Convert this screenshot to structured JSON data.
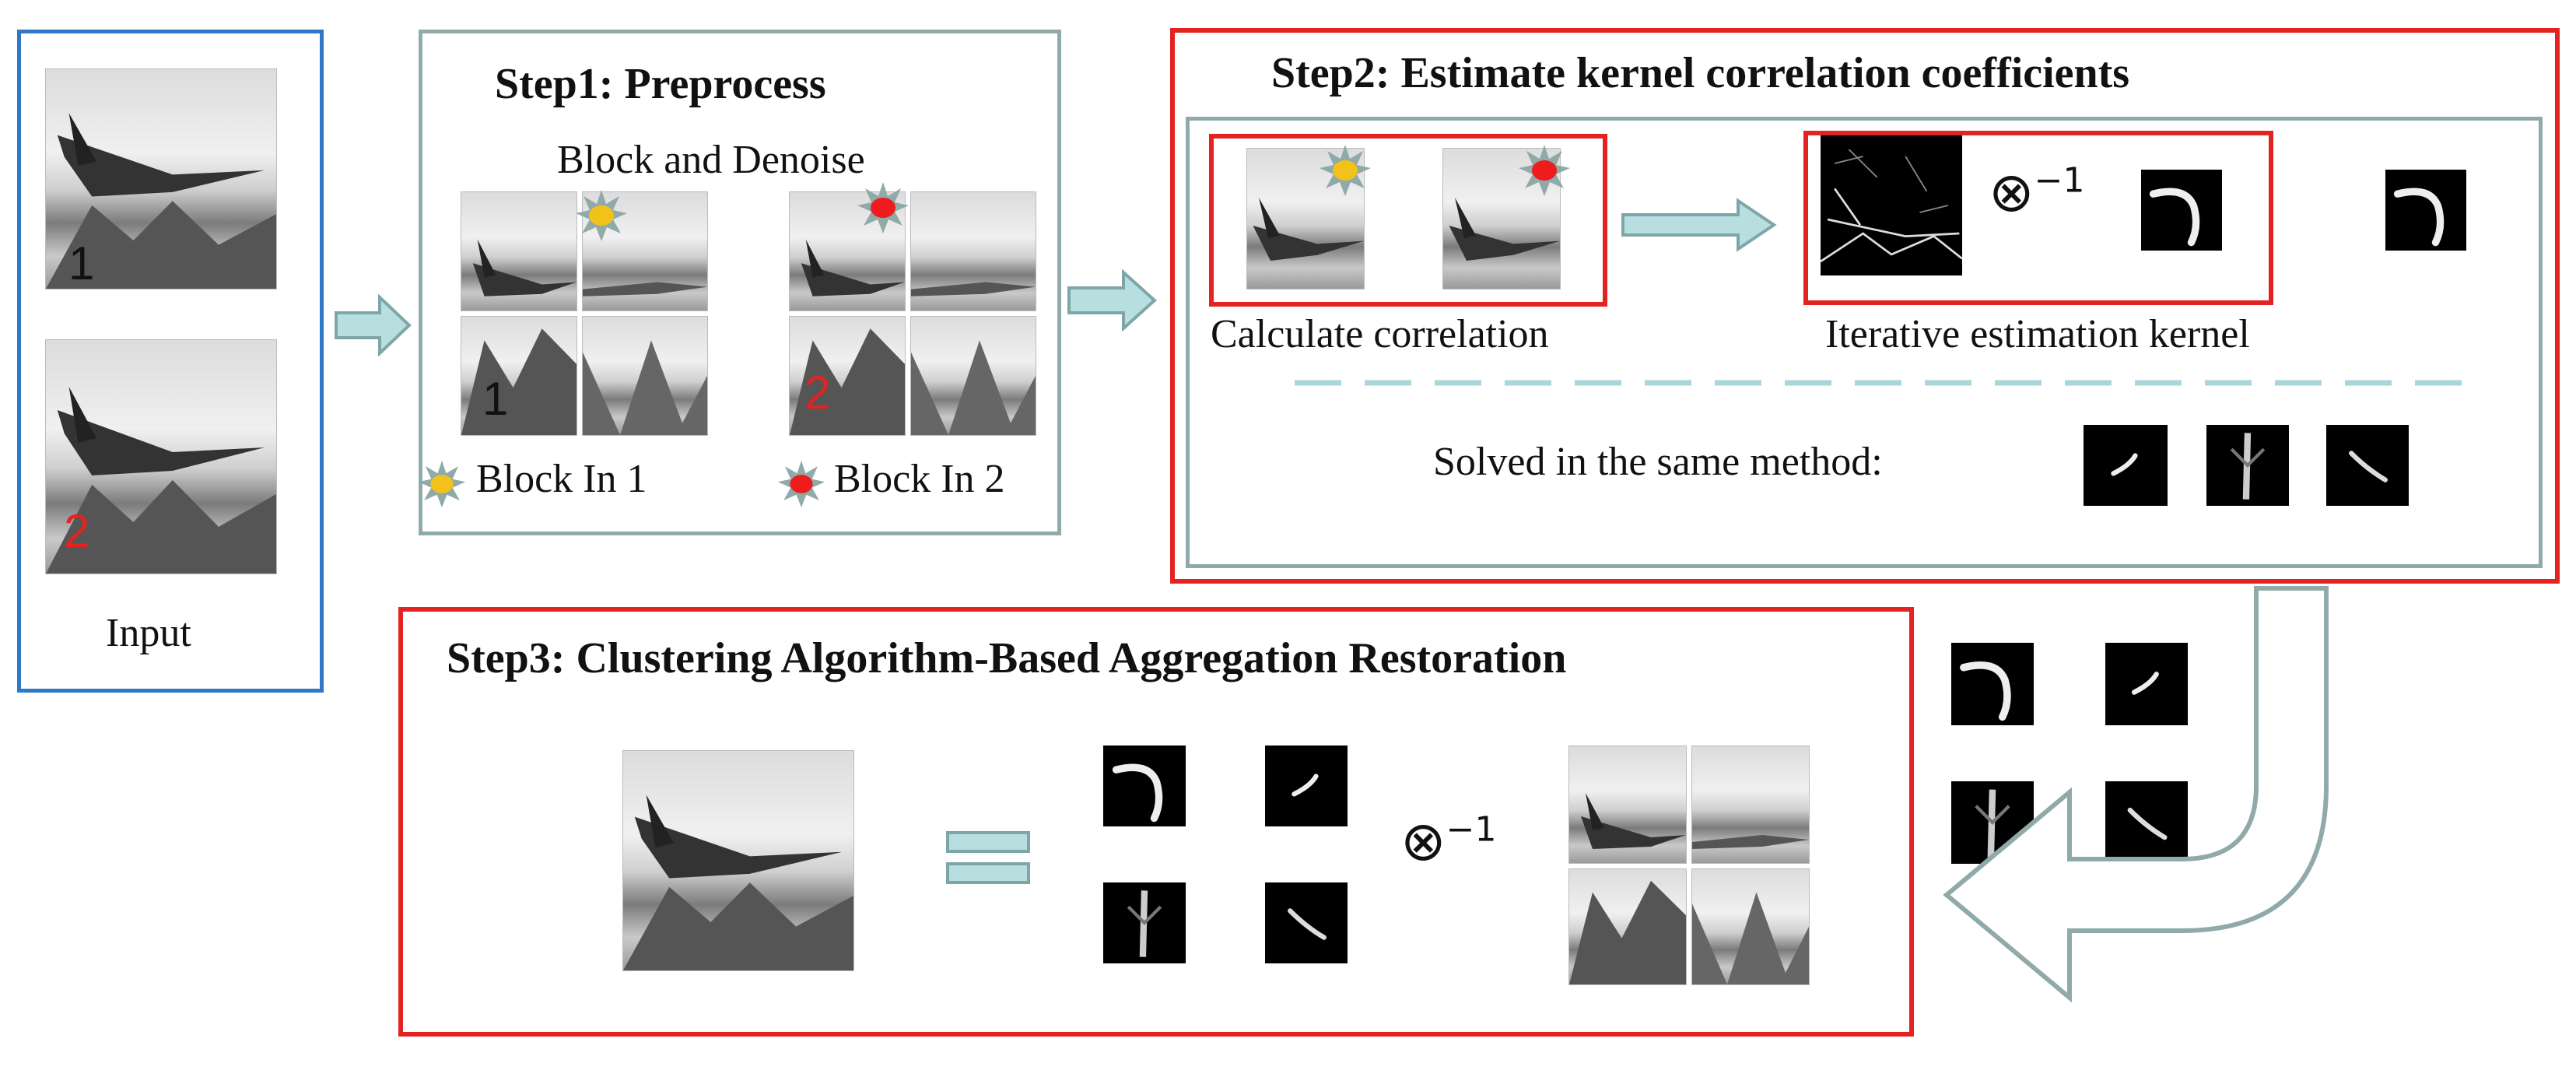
{
  "input": {
    "label": "Input",
    "num1": "1",
    "num2": "2"
  },
  "step1": {
    "title": "Step1:  Preprocess",
    "subtitle": "Block and Denoise",
    "num1": "1",
    "num2": "2",
    "legend1": "Block In 1",
    "legend2": "Block In 2"
  },
  "step2": {
    "title": "Step2:  Estimate kernel  correlation coefficients",
    "calc_label": "Calculate correlation",
    "iter_label": "Iterative estimation kernel",
    "inverse_symbol": "⊗",
    "inverse_exp": "−1",
    "solved_label": "Solved in the same method:"
  },
  "step3": {
    "title": "Step3:   Clustering Algorithm-Based  Aggregation  Restoration",
    "equals_symbol": "=",
    "inverse_symbol": "⊗",
    "inverse_exp": "−1"
  },
  "colors": {
    "input_border": "#2f78c8",
    "panel_border": "#8faaa9",
    "step_border": "#e32222",
    "block1_marker": "#f2c21b",
    "block2_marker": "#ee1c1c",
    "arrow_fill": "#b8dfe0",
    "arrow_stroke": "#7ea6a9",
    "num1_color": "#111111",
    "num2_color": "#e32222"
  }
}
